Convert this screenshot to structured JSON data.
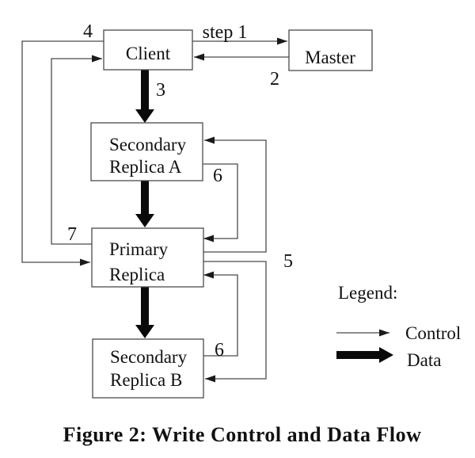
{
  "figure": {
    "caption": "Figure 2: Write Control and Data Flow"
  },
  "nodes": {
    "client": {
      "label": "Client"
    },
    "master": {
      "label": "Master"
    },
    "secondary_a": {
      "line1": "Secondary",
      "line2": "Replica A"
    },
    "primary": {
      "line1": "Primary",
      "line2": "Replica"
    },
    "secondary_b": {
      "line1": "Secondary",
      "line2": "Replica B"
    }
  },
  "labels": {
    "step1": "step 1",
    "step2": "2",
    "step3": "3",
    "step4": "4",
    "step5": "5",
    "step6_upper": "6",
    "step6_lower": "6",
    "step7": "7"
  },
  "legend": {
    "title": "Legend:",
    "control_label": "Control",
    "data_label": "Data"
  },
  "flows": [
    {
      "step": "1",
      "from": "Client",
      "to": "Master",
      "type": "control"
    },
    {
      "step": "2",
      "from": "Master",
      "to": "Client",
      "type": "control"
    },
    {
      "step": "3",
      "from": "Client",
      "to": "Secondary Replica A",
      "type": "data"
    },
    {
      "step": "3",
      "from": "Secondary Replica A",
      "to": "Primary Replica",
      "type": "data"
    },
    {
      "step": "3",
      "from": "Primary Replica",
      "to": "Secondary Replica B",
      "type": "data"
    },
    {
      "step": "4",
      "from": "Client",
      "to": "Primary Replica",
      "type": "control"
    },
    {
      "step": "5",
      "from": "Primary Replica",
      "to": "Secondary Replica A",
      "type": "control"
    },
    {
      "step": "5",
      "from": "Primary Replica",
      "to": "Secondary Replica B",
      "type": "control"
    },
    {
      "step": "6",
      "from": "Secondary Replica A",
      "to": "Primary Replica",
      "type": "control"
    },
    {
      "step": "6",
      "from": "Secondary Replica B",
      "to": "Primary Replica",
      "type": "control"
    },
    {
      "step": "7",
      "from": "Primary Replica",
      "to": "Client",
      "type": "control"
    }
  ],
  "colors": {
    "stroke": "#4a4a4a",
    "ink": "#111111",
    "background": "#ffffff"
  }
}
